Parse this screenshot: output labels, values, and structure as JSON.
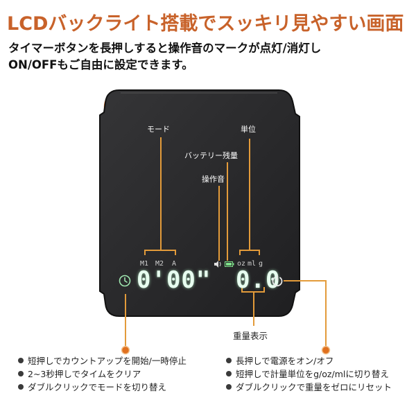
{
  "headline": "LCDバックライト搭載でスッキリ見やすい画面",
  "subtitle_line1": "タイマーボタンを長押しすると操作音のマークが点灯/消灯し",
  "subtitle_line2": "ON/OFFもご自由に設定できます。",
  "callouts": {
    "mode": "モード",
    "unit": "単位",
    "battery": "バッテリー残量",
    "sound": "操作音",
    "weight_display": "重量表示"
  },
  "lcd": {
    "mode_labels": [
      "M1",
      "M2",
      "A"
    ],
    "unit_labels": [
      "oz",
      "ml",
      "g"
    ],
    "timer_digits": "0'00\"",
    "weight_digits": "0.0"
  },
  "icons": {
    "timer_button": "clock-icon",
    "power_button": "power-icon",
    "speaker": "speaker-icon",
    "battery": "battery-icon"
  },
  "left_list": [
    "短押しでカウントアップを開始/一時停止",
    "2~3秒押しでタイムをクリア",
    "ダブルクリックでモードを切り替え"
  ],
  "right_list": [
    "長押しで電源をオン/オフ",
    "短押しで計量単位をg/oz/mlに切り替え",
    "ダブルクリックで重量をゼロにリセット"
  ],
  "colors": {
    "accent": "#c8622a",
    "callout_line": "#e39b3a",
    "scale_body": "#2a2a2c",
    "lcd_glow": "#d8ffe6",
    "battery_green": "#7fe08a"
  }
}
